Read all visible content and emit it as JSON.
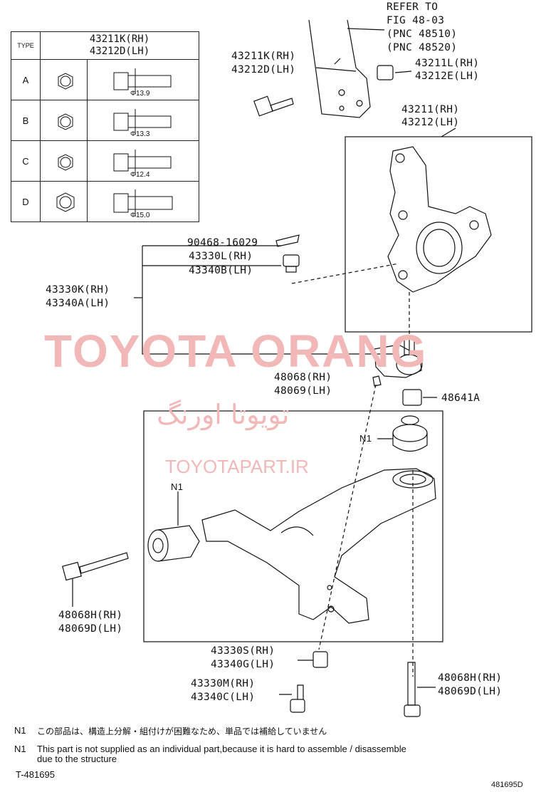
{
  "type_table": {
    "header_type": "TYPE",
    "header_part_rh": "43211K(RH)",
    "header_part_lh": "43212D(LH)",
    "rows": [
      {
        "type": "A",
        "dim": "Φ13.9"
      },
      {
        "type": "B",
        "dim": "Φ13.3"
      },
      {
        "type": "C",
        "dim": "Φ12.4"
      },
      {
        "type": "D",
        "dim": "Φ15.0"
      }
    ]
  },
  "callouts": {
    "refer_line1": "REFER TO",
    "refer_line2": "FIG 48-03",
    "refer_line3": "(PNC 48510)",
    "refer_line4": "(PNC 48520)",
    "bolt_top_rh": "43211K(RH)",
    "bolt_top_lh": "43212D(LH)",
    "nut_top_rh": "43211L(RH)",
    "nut_top_lh": "43212E(LH)",
    "knuckle_rh": "43211(RH)",
    "knuckle_lh": "43212(LH)",
    "cotter_pin": "90468-16029",
    "castle_nut_rh": "43330L(RH)",
    "castle_nut_lh": "43340B(LH)",
    "ball_joint_rh": "43330K(RH)",
    "ball_joint_lh": "43340A(LH)",
    "arm_bolt_rh": "48068(RH)",
    "arm_bolt_lh": "48069(LH)",
    "nut_48641": "48641A",
    "bushing_n1_top": "N1",
    "bushing_n1_left": "N1",
    "long_bolt_left_rh": "48068H(RH)",
    "long_bolt_left_lh": "48069D(LH)",
    "nut_bottom_rh": "43330S(RH)",
    "nut_bottom_lh": "43340G(LH)",
    "bolt_bottom_rh": "43330M(RH)",
    "bolt_bottom_lh": "43340C(LH)",
    "long_bolt_right_rh": "48068H(RH)",
    "long_bolt_right_lh": "48069D(LH)"
  },
  "watermarks": {
    "brand": "TOYOTA ORANG",
    "persian": "تویوتا اورنگ",
    "site": "TOYOTAPART.IR"
  },
  "notes": {
    "jp_marker": "N1",
    "jp_text": "この部品は、構造上分解・組付けが困難なため、単品では補給していません",
    "en_marker": "N1",
    "en_text_line1": "This part is not supplied as an individual part,because it is hard to assemble / disassemble",
    "en_text_line2": "due to the structure",
    "fig_id": "T-481695",
    "fig_id_right": "481695D"
  },
  "colors": {
    "ink": "#111111",
    "watermark": "#f2b8b8"
  }
}
